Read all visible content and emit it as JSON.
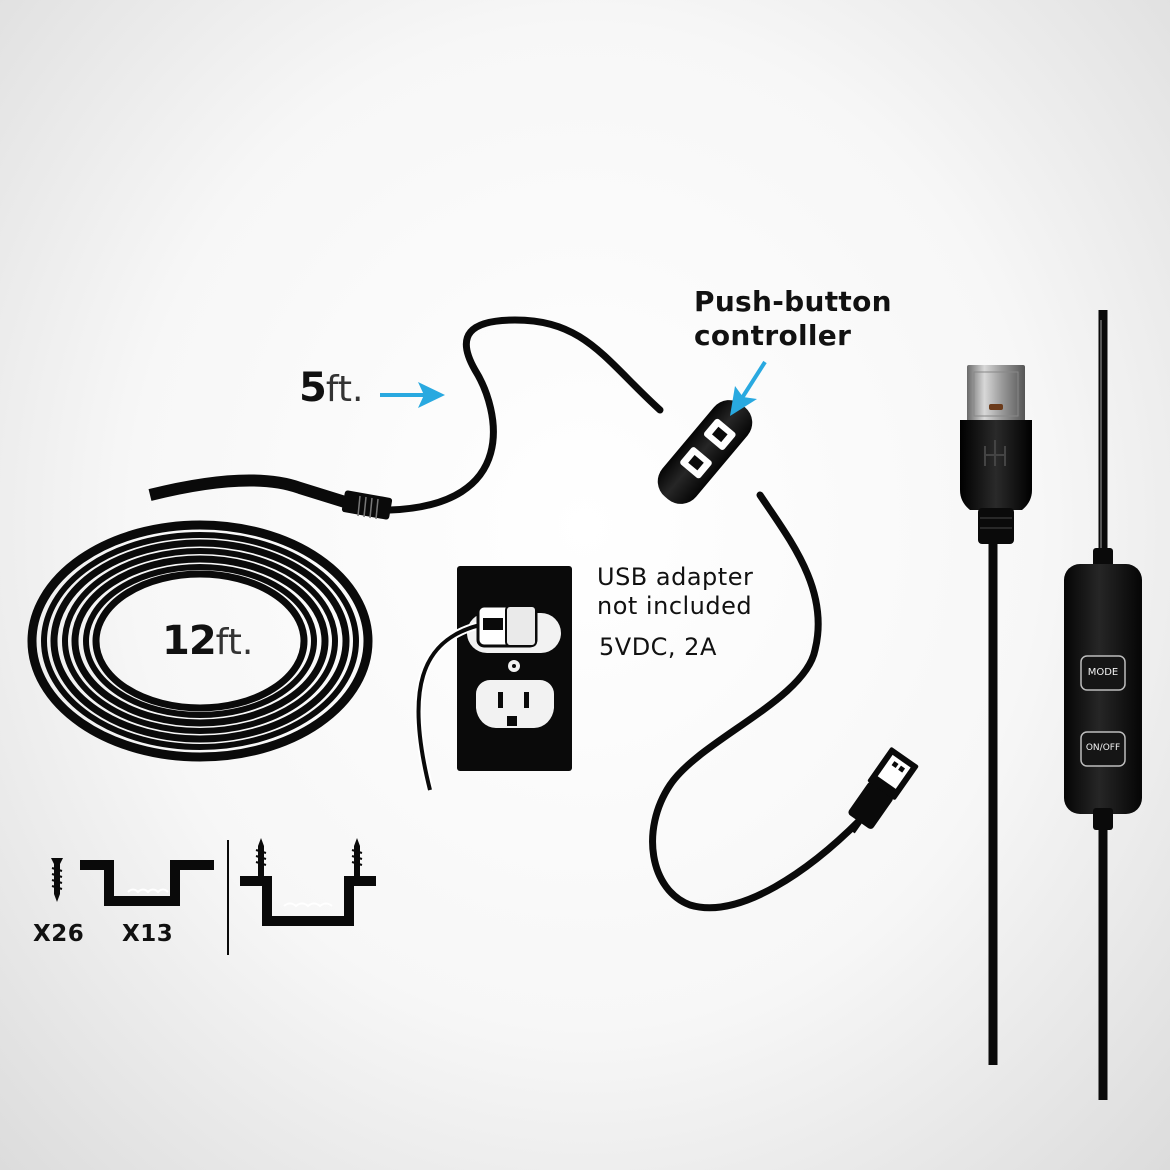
{
  "labels": {
    "cable_length_main": {
      "number": "12",
      "unit": "ft."
    },
    "cable_length_lead": {
      "number": "5",
      "unit": "ft."
    },
    "controller_callout": [
      "Push-button",
      "controller"
    ],
    "adapter_note": [
      "USB adapter",
      "not included"
    ],
    "power_spec": "5VDC, 2A"
  },
  "hardware": {
    "screws_qty": "X26",
    "clips_qty": "X13"
  },
  "controller_buttons": {
    "mode": "MODE",
    "power": "ON/OFF"
  },
  "colors": {
    "arrow": "#29a9e0",
    "cable": "#0a0a0a",
    "background": "#f5f5f5"
  },
  "icons": [
    "cable-coil",
    "wall-outlet",
    "usb-adapter",
    "usb-plug",
    "controller",
    "screw-icon",
    "mounting-clip-icon",
    "arrow-icon"
  ]
}
